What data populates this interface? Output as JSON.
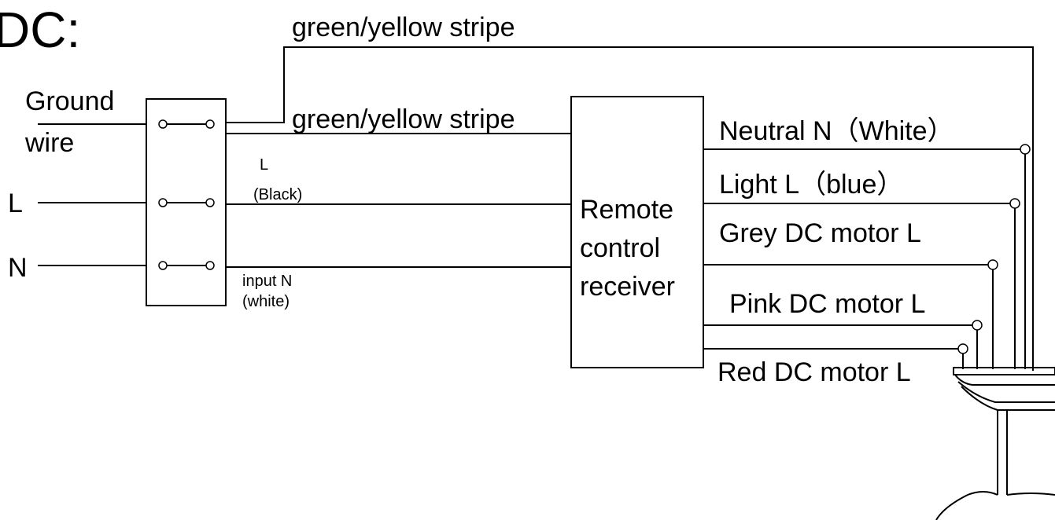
{
  "heading": "DC:",
  "ground_wire_label_line1": "Ground",
  "ground_wire_label_line2": "wire",
  "l_label": "L",
  "n_label": "N",
  "top_wire_label": "green/yellow stripe",
  "mid_wire_label": "green/yellow stripe",
  "input_l_label_line1": "L",
  "input_l_label_line2": "(Black)",
  "input_n_label_line1": "input  N",
  "input_n_label_line2": "(white)",
  "receiver_label_line1": "Remote",
  "receiver_label_line2": "control",
  "receiver_label_line3": "receiver",
  "outputs": {
    "neutral": "Neutral  N（White）",
    "light": "Light L（blue）",
    "grey": "Grey DC motor L",
    "pink": "Pink DC motor L",
    "red": "Red DC motor L"
  }
}
